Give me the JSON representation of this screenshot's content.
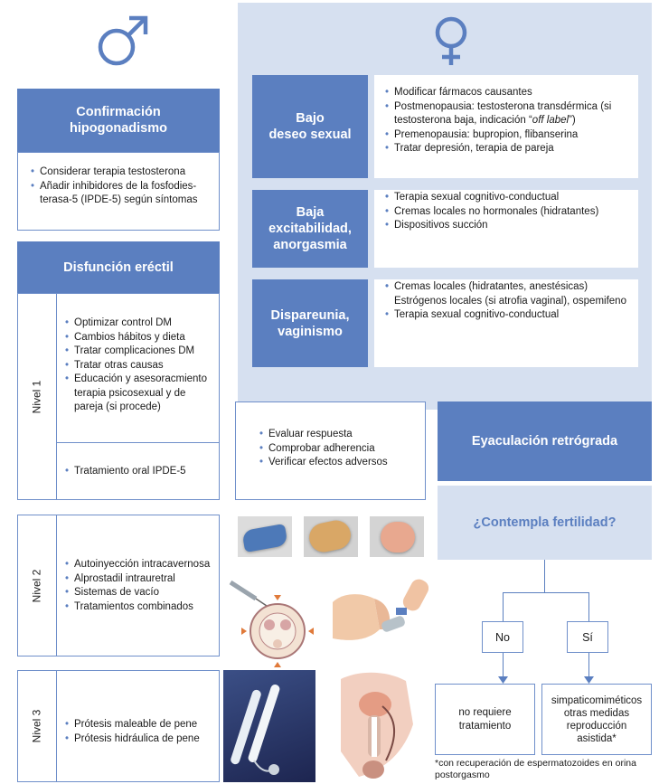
{
  "male": {
    "symbol": "♂",
    "hypogonadism": {
      "title": "Confirmación\nhipogonadismo",
      "items": [
        "Considerar terapia testosterona",
        "Añadir inhibidores de la fosfodies-terasa-5 (IPDE-5) según síntomas"
      ]
    },
    "ed": {
      "title": "Disfunción eréctil",
      "nivel1": {
        "label": "Nivel 1",
        "items_a": [
          "Optimizar control DM",
          "Cambios hábitos y dieta",
          "Tratar complicaciones DM",
          "Tratar otras causas",
          "Educación y asesoracmiento terapia psicosexual y de pareja (si procede)"
        ],
        "items_b": [
          "Tratamiento oral IPDE-5"
        ]
      },
      "nivel2": {
        "label": "Nivel 2",
        "items": [
          "Autoinyección intracavernosa",
          "Alprostadil intrauretral",
          "Sistemas de vacío",
          "Tratamientos combinados"
        ]
      },
      "nivel3": {
        "label": "Nivel 3",
        "items": [
          "Prótesis maleable de pene",
          "Prótesis hidráulica de pene"
        ]
      }
    },
    "followup": [
      "Evaluar respuesta",
      "Comprobar adherencia",
      "Verificar efectos adversos"
    ]
  },
  "female": {
    "symbol": "♀",
    "rows": [
      {
        "title": "Bajo\ndeseo sexual",
        "items": [
          "Modificar fármacos causantes",
          "Postmenopausia: testosterona transdérmica (si testosterona baja, indicación \"off label\")",
          "Premenopausia: bupropion, flibanserina",
          "Tratar depresión, terapia de pareja"
        ]
      },
      {
        "title": "Baja\nexcitabilidad,\nanorgasmia",
        "items": [
          "",
          "Terapia sexual cognitivo-conductual",
          "Cremas locales no hormonales (hidratantes)",
          "Dispositivos succión"
        ]
      },
      {
        "title": "Dispareunia,\nvaginismo",
        "items": [
          "",
          "Cremas locales (hidratantes, anestésicas) Estrógenos locales (si atrofia vaginal), ospemifeno",
          "Terapia sexual cognitivo-conductual"
        ]
      }
    ]
  },
  "retro": {
    "title": "Eyaculación retrógrada",
    "question": "¿Contempla fertilidad?",
    "no": "No",
    "yes": "Sí",
    "no_result": "no requiere\ntratamiento",
    "yes_result": "simpaticomiméticos\notras medidas\nreproducción\nasistida*",
    "footnote": "*con recuperación de espermatozoides en orina postorgasmo"
  },
  "colors": {
    "accent": "#5b7fc0",
    "panel": "#d6e0f0",
    "border": "#6f8fca"
  }
}
